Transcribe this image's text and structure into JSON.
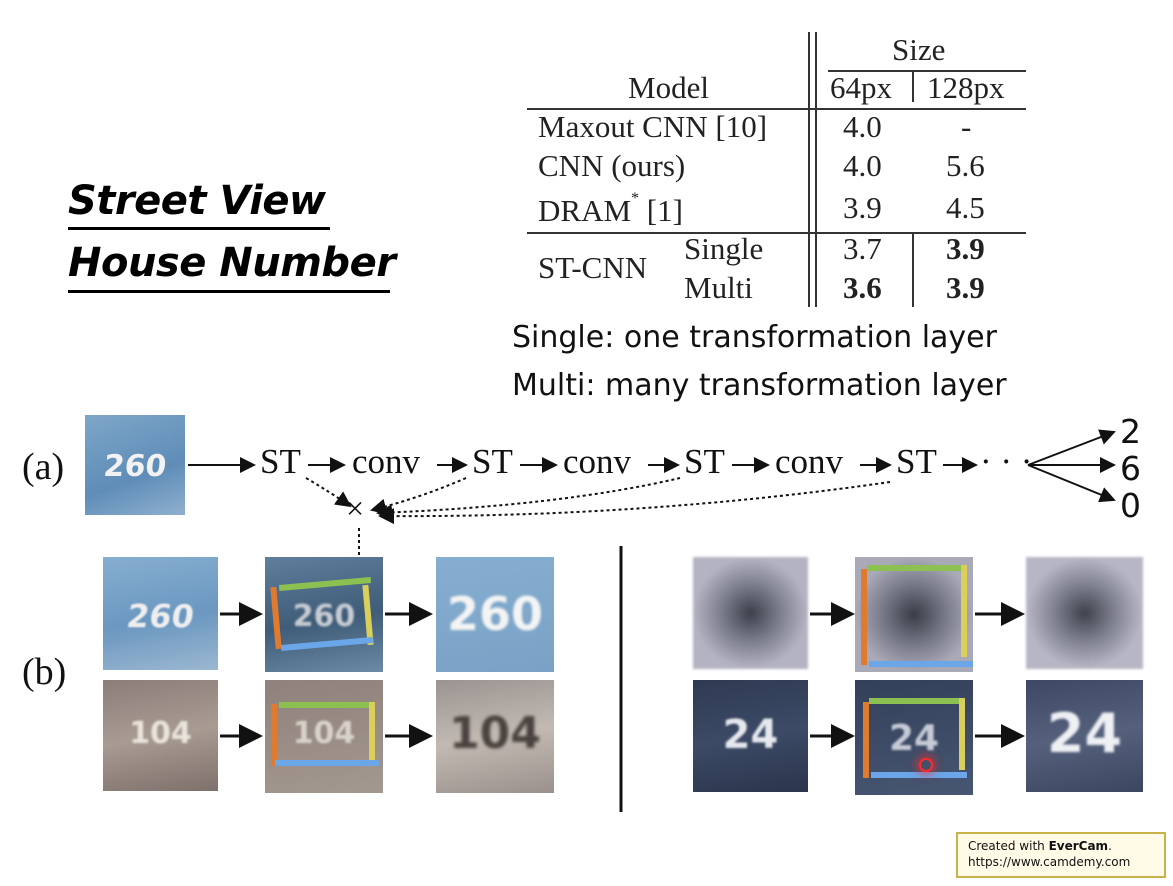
{
  "title": {
    "line1": "Street View",
    "line2": "House Number"
  },
  "table": {
    "size_header": "Size",
    "model_header": "Model",
    "col_64": "64px",
    "col_128": "128px",
    "rows": [
      {
        "model": "Maxout CNN [10]",
        "v64": "4.0",
        "v128": "-"
      },
      {
        "model": "CNN (ours)",
        "v64": "4.0",
        "v128": "5.6"
      },
      {
        "model": "DRAM",
        "sup": "*",
        "ref": "[1]",
        "v64": "3.9",
        "v128": "4.5"
      }
    ],
    "stcnn": {
      "label": "ST-CNN",
      "single": {
        "label": "Single",
        "v64": "3.7",
        "v128": "3.9"
      },
      "multi": {
        "label": "Multi",
        "v64": "3.6",
        "v128": "3.9"
      }
    }
  },
  "notes": {
    "single": "Single: one transformation layer",
    "multi": "Multi: many transformation layer"
  },
  "pipeline": {
    "label_a": "(a)",
    "label_b": "(b)",
    "st": "ST",
    "conv": "conv",
    "dots": "· · ·",
    "times": "×",
    "outputs": [
      "2",
      "6",
      "0"
    ]
  },
  "thumbnails": {
    "row1_left": "260",
    "row2_left": "104",
    "row2_right": "24"
  },
  "watermark": {
    "line1_prefix": "Created with ",
    "line1_brand": "EverCam",
    "line1_suffix": ".",
    "line2": "https://www.camdemy.com"
  },
  "colors": {
    "green": "#8cc152",
    "yellow": "#d9cf5a",
    "orange": "#e07a2e",
    "blue": "#6aa6e8"
  }
}
